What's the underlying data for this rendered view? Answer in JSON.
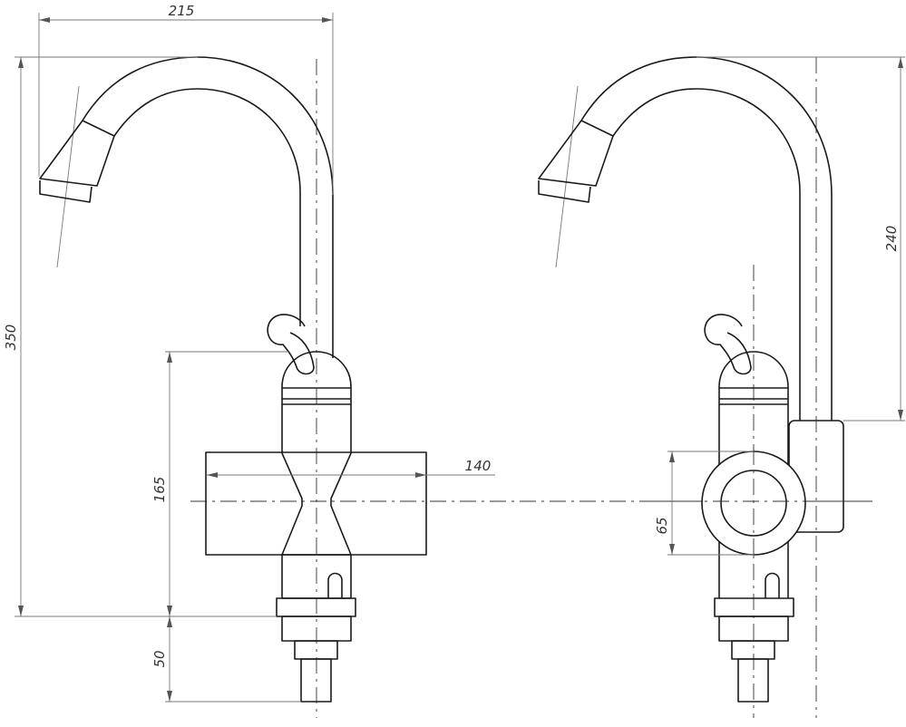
{
  "drawing": {
    "title": "Faucet technical drawing - front and side views",
    "dimensions": {
      "spout_reach": "215",
      "total_height": "350",
      "body_height": "165",
      "connector_length": "50",
      "plate_width": "140",
      "spout_height": "240",
      "pipe_diameter": "65"
    }
  }
}
